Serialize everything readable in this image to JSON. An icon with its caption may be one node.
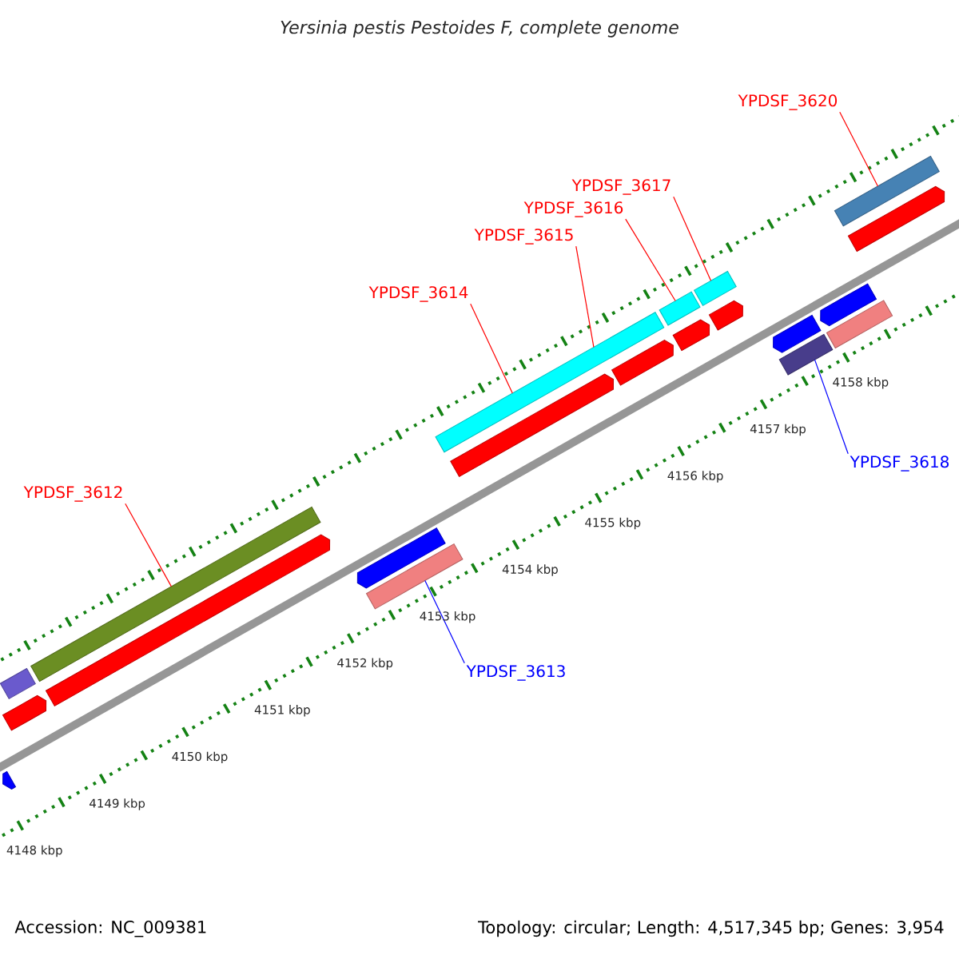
{
  "diagram": {
    "title": "Yersinia pestis Pestoides F, complete genome",
    "nodes": [
      {
        "text": [
          "YPDSF_3612"
        ]
      },
      {
        "text": [
          "YPDSF_3614"
        ]
      },
      {
        "text": [
          "YPDSF_3615"
        ]
      },
      {
        "text": [
          "YPDSF_3616"
        ]
      },
      {
        "text": [
          "YPDSF_3617"
        ]
      },
      {
        "text": [
          "YPDSF_3620"
        ]
      },
      {
        "text": [
          "YPDSF_3613"
        ]
      },
      {
        "text": [
          "YPDSF_3618"
        ]
      },
      {
        "text": [],
        "shape": "arrow"
      },
      {
        "text": [],
        "shape": "bar"
      },
      {
        "text": [],
        "shape": "arrow"
      },
      {
        "text": [],
        "shape": "arrow"
      },
      {
        "text": [],
        "shape": "bar"
      },
      {
        "text": [],
        "shape": "arrow"
      },
      {
        "text": [],
        "shape": "bar"
      },
      {
        "text": [],
        "shape": "arrow"
      },
      {
        "text": [],
        "shape": "bar"
      },
      {
        "text": [],
        "shape": "arrow"
      },
      {
        "text": [],
        "shape": "arrow"
      },
      {
        "text": [],
        "shape": "bar"
      },
      {
        "text": [],
        "shape": "arrow"
      },
      {
        "text": [],
        "shape": "bar"
      },
      {
        "text": [],
        "shape": "bar"
      },
      {
        "text": [],
        "shape": "arrow"
      },
      {
        "text": [],
        "shape": "bar"
      },
      {
        "text": [],
        "shape": "arrow"
      },
      {
        "text": [],
        "shape": "arrow"
      },
      {
        "text": [],
        "shape": "bar"
      }
    ],
    "edges": [
      {
        "from": 0,
        "to": 12,
        "arrow": "none"
      },
      {
        "from": 1,
        "to": 16,
        "arrow": "none"
      },
      {
        "from": 2,
        "to": 16,
        "arrow": "none"
      },
      {
        "from": 3,
        "to": 19,
        "arrow": "none"
      },
      {
        "from": 4,
        "to": 21,
        "arrow": "none"
      },
      {
        "from": 5,
        "to": 27,
        "arrow": "none"
      },
      {
        "from": 6,
        "to": 14,
        "arrow": "none",
        "color": "#0000ff"
      },
      {
        "from": 7,
        "to": 22,
        "arrow": "none",
        "color": "#0000ff"
      }
    ],
    "labels": [
      "4148 kbp",
      "4149 kbp",
      "4150 kbp",
      "4151 kbp",
      "4152 kbp",
      "4153 kbp",
      "4154 kbp",
      "4155 kbp",
      "4156 kbp",
      "4157 kbp",
      "4158 kbp",
      "Accession: NC_009381",
      "Topology: circular; Length: 4,517,345 bp; Genes: 3,954"
    ]
  }
}
